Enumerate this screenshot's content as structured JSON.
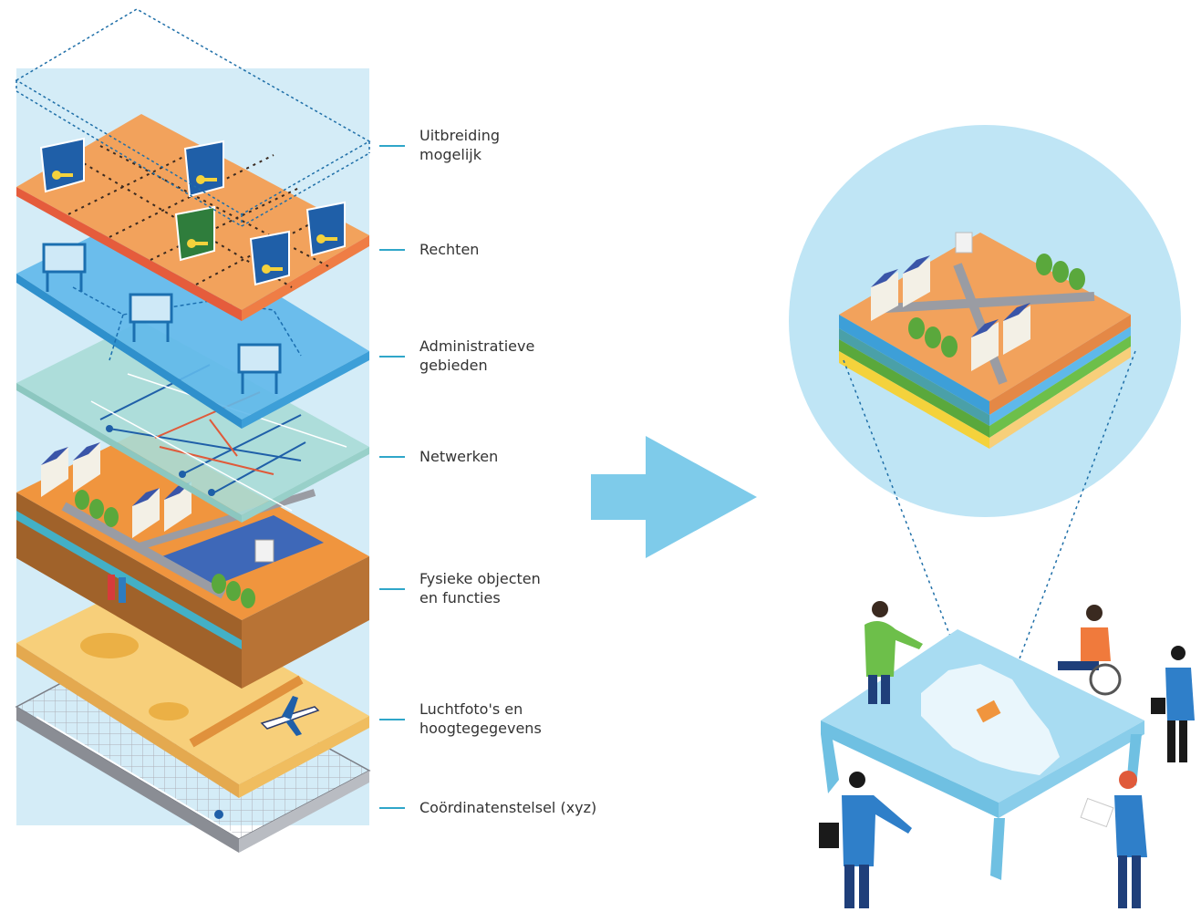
{
  "layers": [
    {
      "label": "Uitbreiding\nmogelijk"
    },
    {
      "label": "Rechten"
    },
    {
      "label": "Administratieve\ngebieden"
    },
    {
      "label": "Netwerken"
    },
    {
      "label": "Fysieke objecten\nen functies"
    },
    {
      "label": "Luchtfoto's en\nhoogtegegevens"
    },
    {
      "label": "Coördinatenstelsel (xyz)"
    }
  ],
  "colors": {
    "background_column": "#d4ecf7",
    "layer_extension": "#dff1fa",
    "layer_rights": "#f2a25c",
    "layer_admin": "#5fb8ea",
    "layer_networks": "#a9dcd6",
    "layer_physical": "#f0953e",
    "layer_aerial": "#f7cf7a",
    "layer_coordinates": "#d3d3d6",
    "leader_line": "#2fa6c9",
    "arrow": "#7ecbea",
    "document_blue": "#1f5fa8",
    "document_green": "#2f7d3c",
    "key_yellow": "#f4d23c",
    "sign_blue": "#1b6fb0",
    "house_roof": "#3a55a8",
    "tree": "#5aa83c",
    "map_table": "#a8dcf2",
    "magnifier_circle": "#bfe5f5"
  },
  "icons": [
    "deed-document-icon",
    "key-icon",
    "signpost-icon",
    "house-icon",
    "tree-icon",
    "airplane-icon",
    "person-icon",
    "wheelchair-icon",
    "briefcase-icon",
    "arrow-right-icon"
  ]
}
